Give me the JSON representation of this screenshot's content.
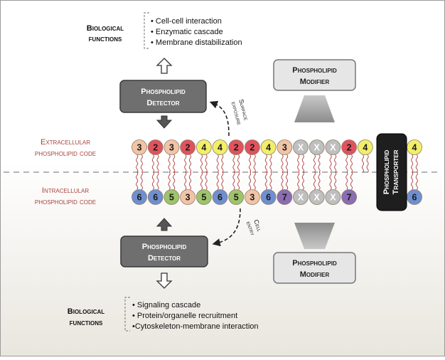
{
  "colors": {
    "outer_border": "#9a9a9a",
    "bg_top": "#ffffff",
    "bg_bottom": "#e9e6de",
    "label_red": "#a8433f",
    "detector_fill": "#6f6f6f",
    "detector_border": "#3a3a3a",
    "modifier_fill": "#e6e6e6",
    "transporter_fill": "#1e1e1e",
    "tail": "#b03a3a",
    "code": {
      "2": "#e0535d",
      "3": "#f2c4a6",
      "4": "#f2ee6a",
      "5": "#9ec46a",
      "6": "#6f8fd0",
      "7": "#8a6db3",
      "X": "#bfbfbf"
    }
  },
  "top_functions": {
    "title_line1": "Biological",
    "title_line2": "functions",
    "items": [
      "Cell-cell interaction",
      "Enzymatic cascade",
      "Membrane distabilization"
    ]
  },
  "bottom_functions": {
    "title_line1": "Biological",
    "title_line2": "functions",
    "items": [
      "Signaling cascade",
      "Protein/organelle recruitment",
      "Cytoskeleton-membrane interaction"
    ]
  },
  "detector_top": {
    "line1": "Phospholipid",
    "line2": "Detector"
  },
  "detector_bottom": {
    "line1": "Phospholipid",
    "line2": "Detector"
  },
  "modifier_top": {
    "line1": "Phospholipid",
    "line2": "Modifier"
  },
  "modifier_bottom": {
    "line1": "Phospholipid",
    "line2": "Modifier"
  },
  "transporter": {
    "line1": "Phospholipid",
    "line2": "Transporter"
  },
  "extracellular_label": {
    "line1": "Extracellular",
    "line2": "phospholipid code"
  },
  "intracellular_label": {
    "line1": "Intracellular",
    "line2": "phospholipid code"
  },
  "surface_exposure": {
    "line1": "Surface",
    "line2": "exposure"
  },
  "cell_entry": {
    "line1": "Cell",
    "line2": "entry"
  },
  "outer_leaflet": [
    "3",
    "2",
    "3",
    "2",
    "4",
    "4",
    "2",
    "2",
    "4",
    "3",
    "X",
    "X",
    "X",
    "2",
    "4"
  ],
  "outer_right": "4",
  "inner_leaflet": [
    "6",
    "6",
    "5",
    "3",
    "5",
    "6",
    "5",
    "3",
    "6",
    "7",
    "X",
    "X",
    "X",
    "7"
  ],
  "inner_right": "6"
}
